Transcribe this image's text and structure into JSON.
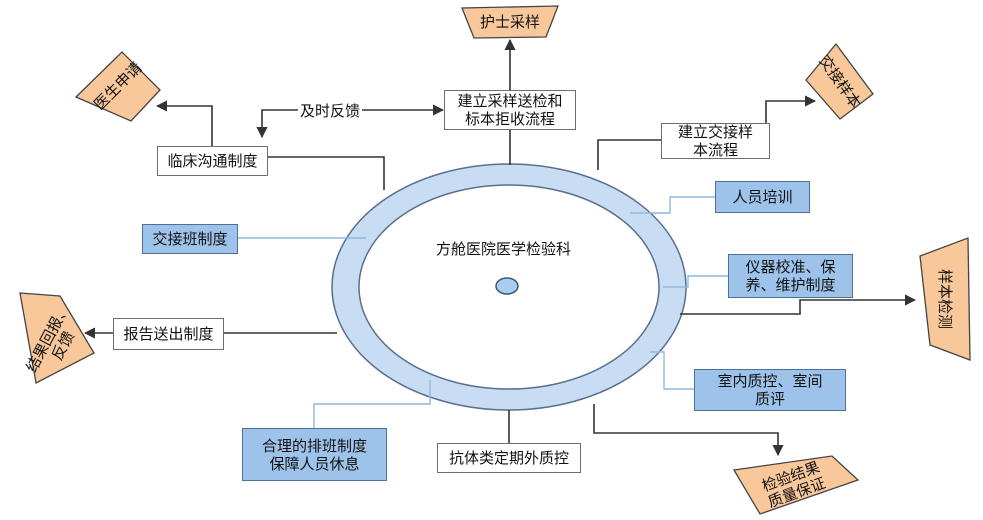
{
  "center": {
    "label": "方舱医院医学检验科"
  },
  "edge_label": "及时反馈",
  "boxes": {
    "collection": "建立采样送检和\n标本拒收流程",
    "handover_flow": "建立交接样\n本流程",
    "clinical_comm": "临床沟通制度",
    "shift_handover": "交接班制度",
    "staff_training": "人员培训",
    "instrument": "仪器校准、保\n养、维护制度",
    "report": "报告送出制度",
    "qc": "室内质控、室间\n质评",
    "scheduling": "合理的排班制度\n保障人员休息",
    "antibody": "抗体类定期外质控"
  },
  "tags": {
    "nurse_sampling": "护士采样",
    "doctor_request": "医生申请",
    "sample_handover": "交接样本",
    "sample_testing": "样本检测",
    "result_feedback": "结果回报、\n反馈",
    "quality_assurance": "检验结果\n质量保证"
  },
  "colors": {
    "ring_fill": "#c8ddf3",
    "ring_stroke": "#5a6f8c",
    "blue_box": "#9ec3ea",
    "tag_fill": "#f8c89a",
    "connector_blue": "#8fb8e0",
    "connector_dark": "#333333"
  }
}
